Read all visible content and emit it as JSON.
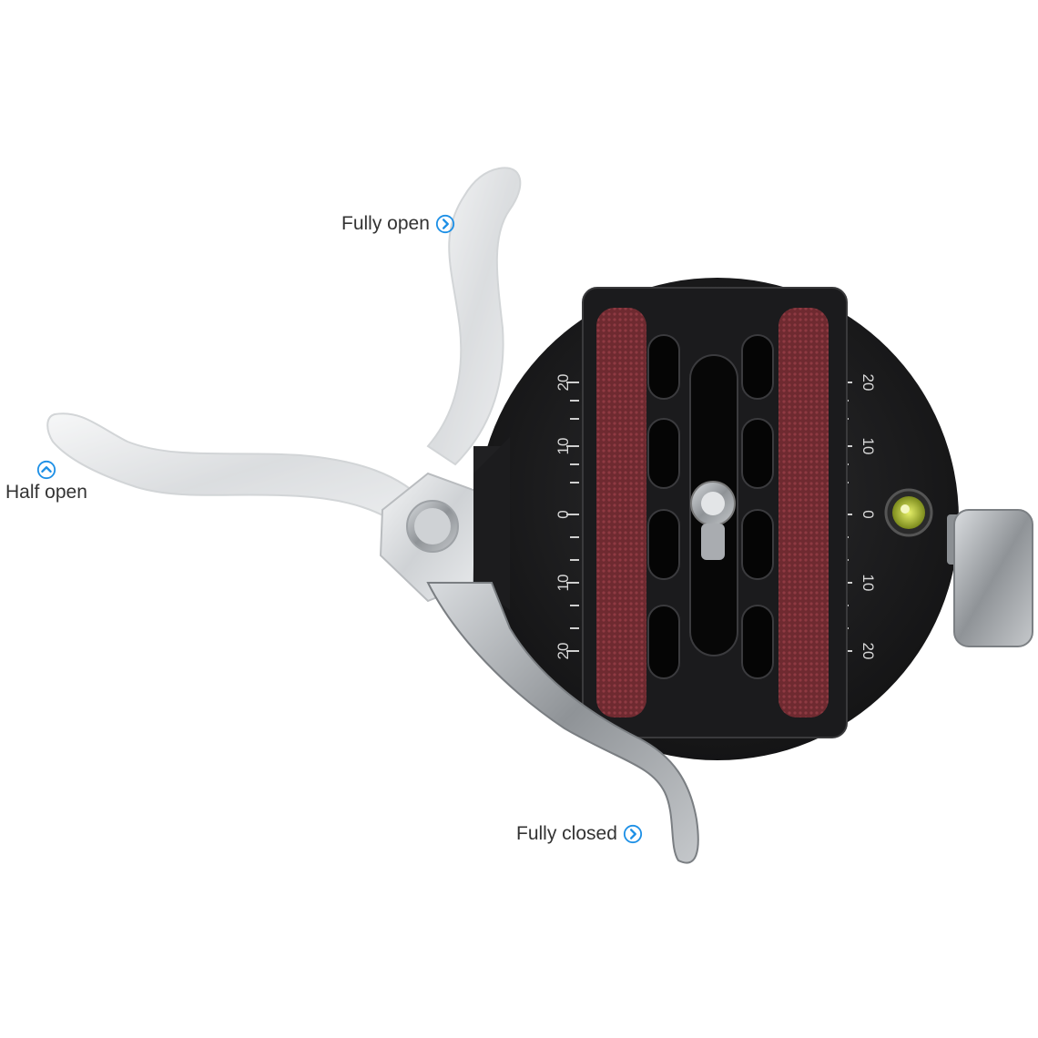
{
  "labels": {
    "fully_open": "Fully open",
    "half_open": "Half open",
    "fully_closed": "Fully closed"
  },
  "scale": {
    "left_ticks": [
      "20",
      "10",
      "0",
      "10",
      "20"
    ],
    "right_ticks": [
      "20",
      "10",
      "0",
      "10",
      "20"
    ]
  },
  "colors": {
    "accent": "#1e90e6",
    "clamp_body": "#1c1c1e",
    "grip_pad": "#7a2f35",
    "lever_silver": "#c9cccf"
  },
  "icons": {
    "arrow_right": "chevron-right-circle-icon",
    "arrow_up": "chevron-up-circle-icon"
  }
}
